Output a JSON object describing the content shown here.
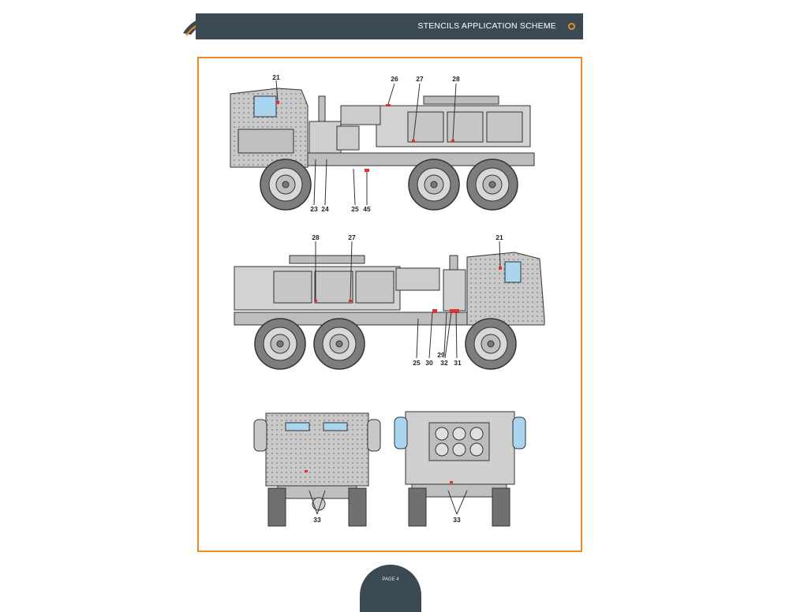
{
  "header": {
    "title": "STENCILS APPLICATION SCHEME",
    "accent": "#e8892a",
    "bar_color": "#3b4a52"
  },
  "views": {
    "left_side": {
      "callouts": [
        "21",
        "26",
        "27",
        "28",
        "23",
        "24",
        "25",
        "45"
      ]
    },
    "right_side": {
      "callouts": [
        "28",
        "27",
        "21",
        "25",
        "30",
        "29",
        "32",
        "31"
      ]
    },
    "front": {
      "callouts": [
        "33"
      ]
    },
    "rear": {
      "callouts": [
        "33"
      ]
    }
  },
  "footer": {
    "page": "PAGE 4"
  }
}
